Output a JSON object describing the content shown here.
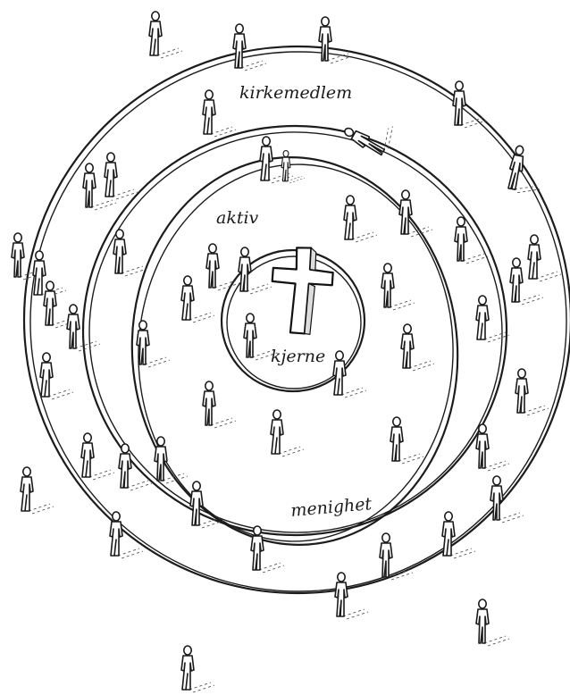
{
  "diagram": {
    "rings": [
      {
        "id": "outer",
        "label": "kirkemedlem"
      },
      {
        "id": "second",
        "label": "menighet"
      },
      {
        "id": "third",
        "label": "aktiv"
      },
      {
        "id": "core",
        "label": "kjerne"
      }
    ],
    "center_symbol": "cross-icon"
  }
}
